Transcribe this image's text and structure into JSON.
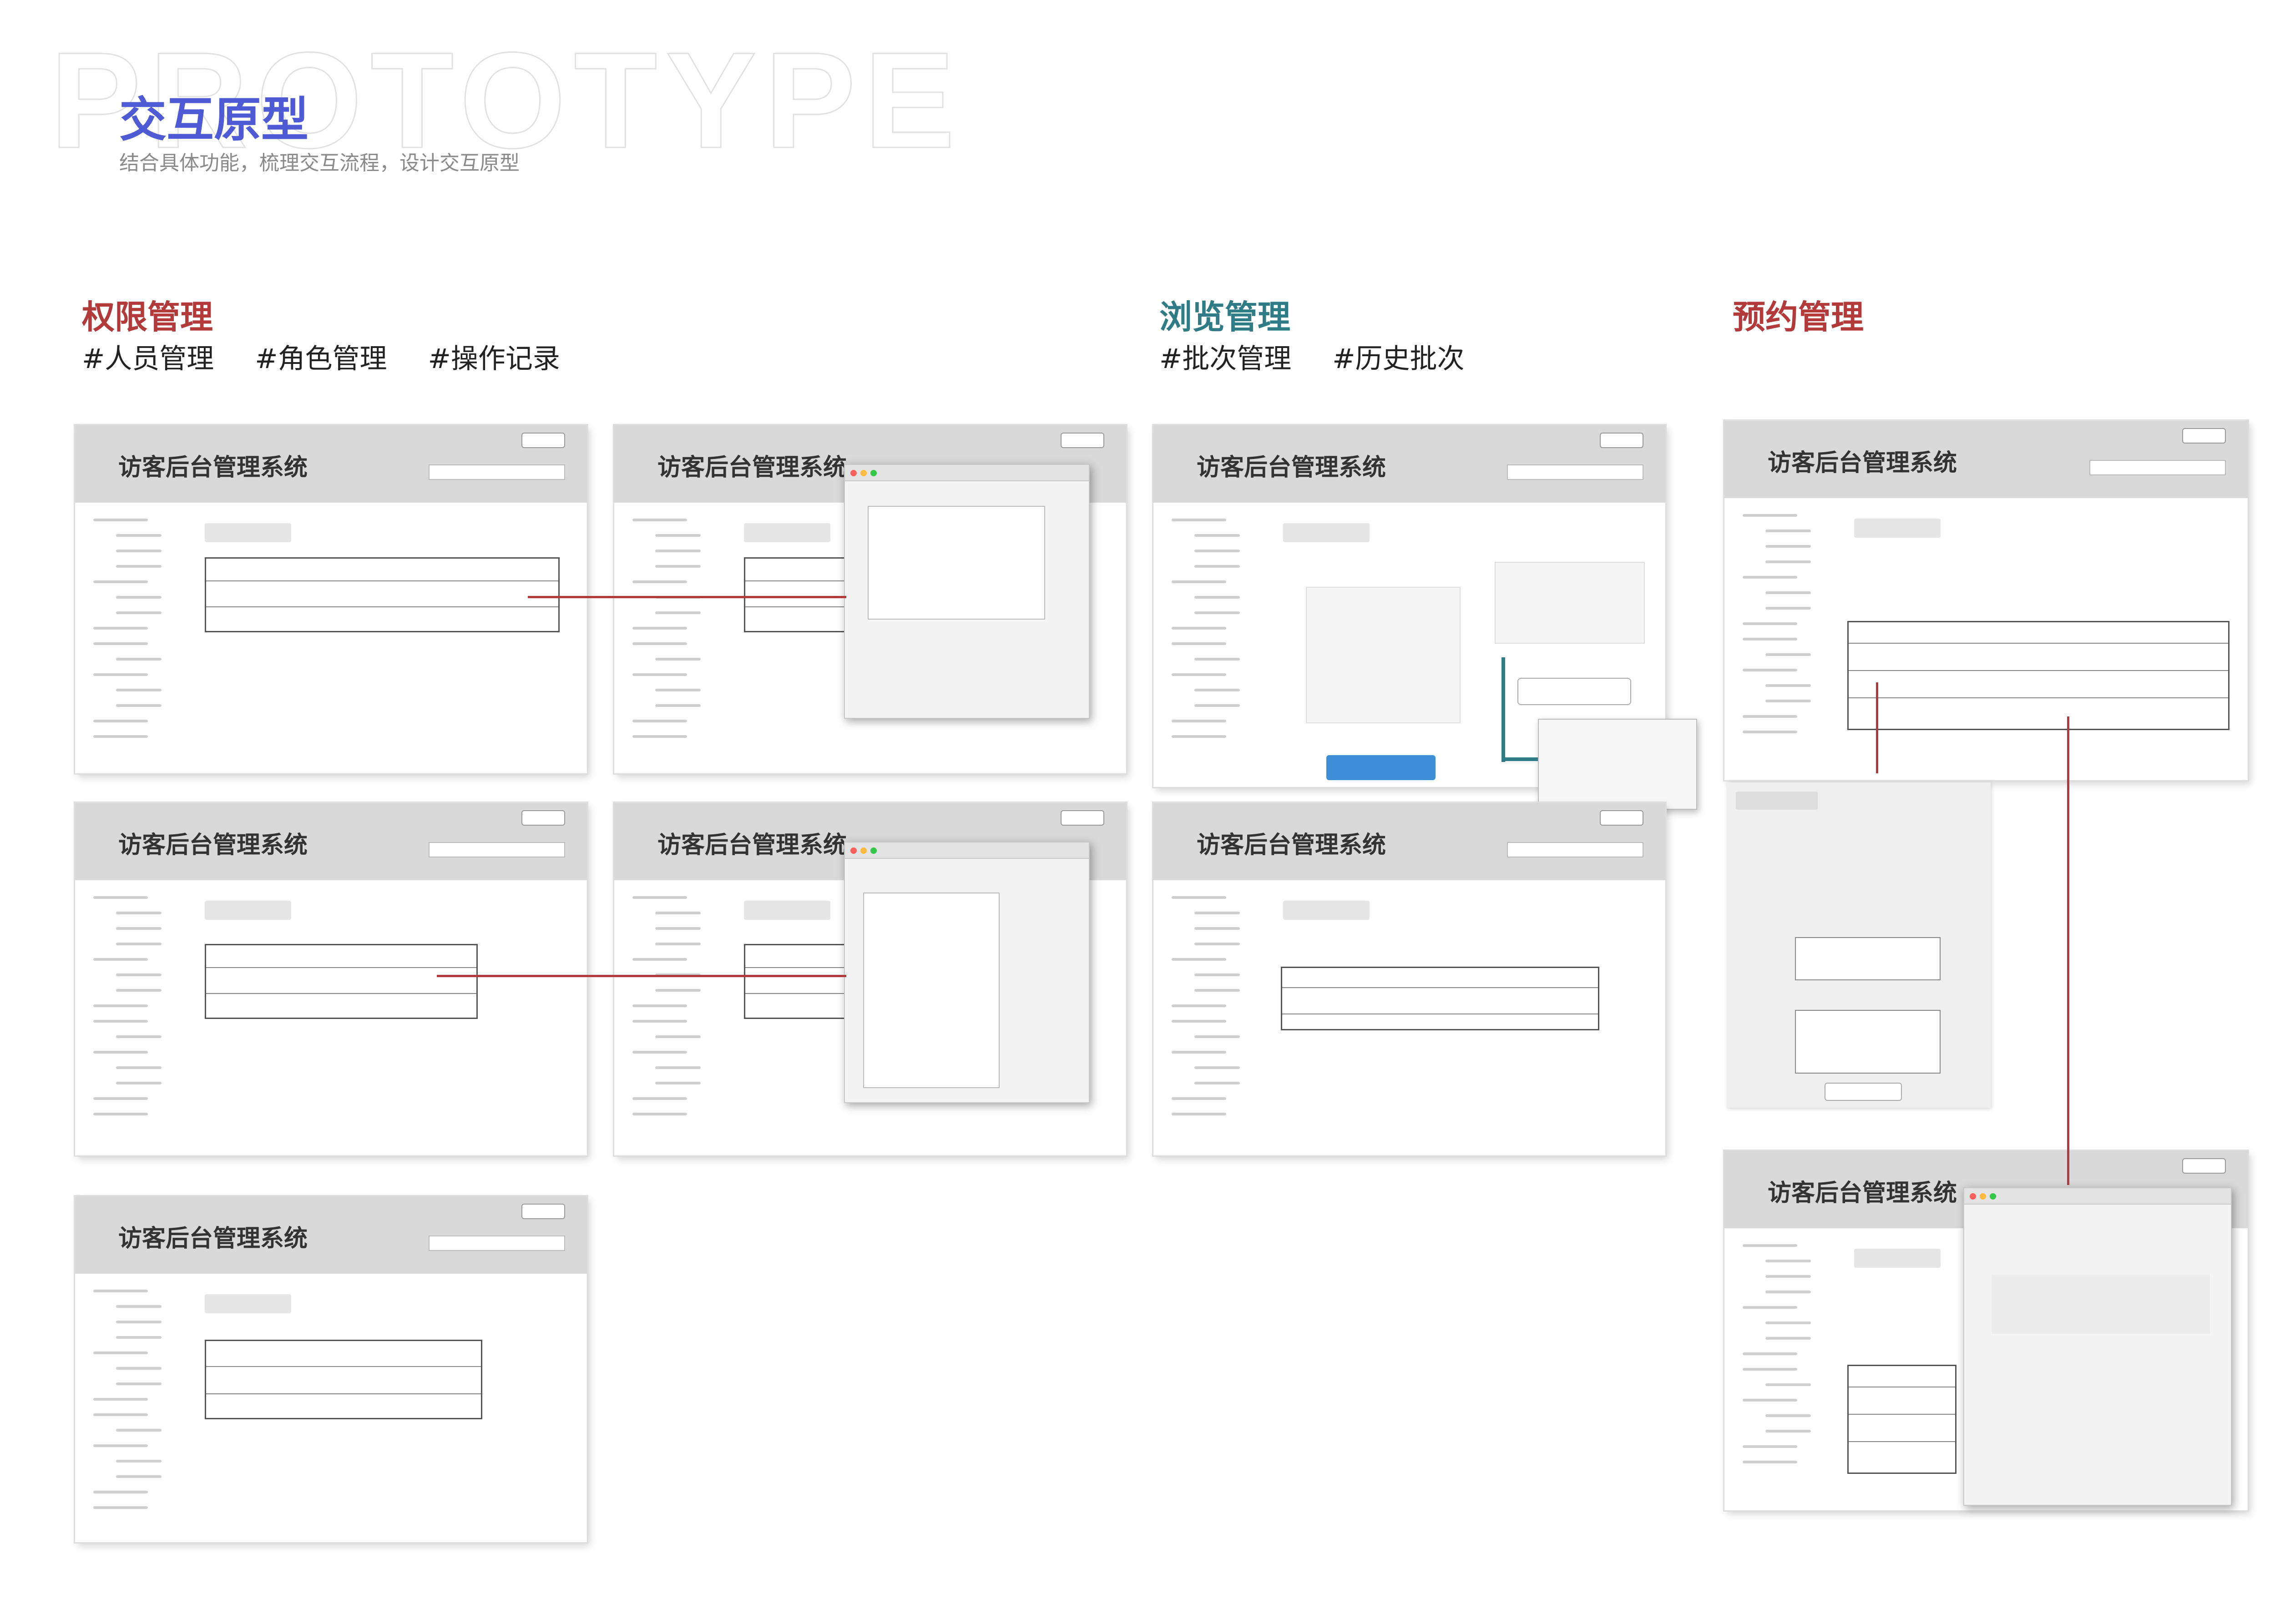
{
  "header": {
    "watermark": "PROTOTYPE",
    "title": "交互原型",
    "subtitle": "结合具体功能，梳理交互流程，设计交互原型"
  },
  "sections": [
    {
      "title": "权限管理",
      "color": "#b23a3a",
      "tags": [
        "#人员管理",
        "#角色管理",
        "#操作记录"
      ]
    },
    {
      "title": "浏览管理",
      "color": "#2f7c86",
      "tags": [
        "#批次管理",
        "#历史批次"
      ]
    },
    {
      "title": "预约管理",
      "color": "#b23a3a",
      "tags": []
    }
  ],
  "screens": {
    "app_title": "访客后台管理系统"
  },
  "colors": {
    "accent_blue": "#4f5bd5",
    "flow_arrow": "#b23a3a",
    "teal_arrow": "#2f7c86",
    "panel_header": "#d9d9d9",
    "primary_button": "#3f8fd6"
  }
}
